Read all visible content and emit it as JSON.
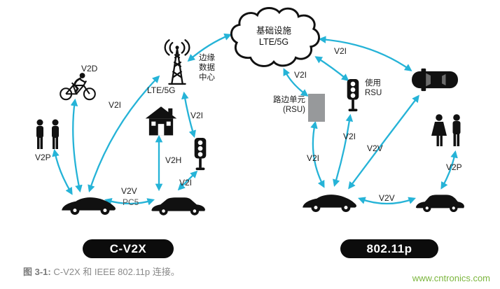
{
  "cloud": {
    "label": "基础设施\nLTE/5G"
  },
  "labels": {
    "v2d": "V2D",
    "v2p_left": "V2P",
    "v2i_car_tower": "V2I",
    "tower": "LTE/5G",
    "edge_dc": "边缘\n数据\n中心",
    "v2i_tower_light": "V2I",
    "v2h": "V2H",
    "v2i_car_light": "V2I",
    "v2v_left": "V2V",
    "pc5": "PC5",
    "v2i_cloud_rsu": "V2I",
    "v2i_cloud_light": "V2I",
    "rsu": "路边单元\n(RSU)",
    "use_rsu": "使用\nRSU",
    "v2i_rsu_car": "V2I",
    "v2i_light_car": "V2I",
    "v2v_diag": "V2V",
    "v2v_right": "V2V",
    "v2p_right": "V2P"
  },
  "badges": {
    "left": "C-V2X",
    "right": "802.11p"
  },
  "caption": {
    "prefix": "图 3-1:",
    "text": "C-V2X 和 IEEE 802.11p 连接。"
  },
  "watermark": "www.cntronics.com",
  "colors": {
    "arrow": "#25b3d7",
    "watermark": "#7cb63e"
  }
}
